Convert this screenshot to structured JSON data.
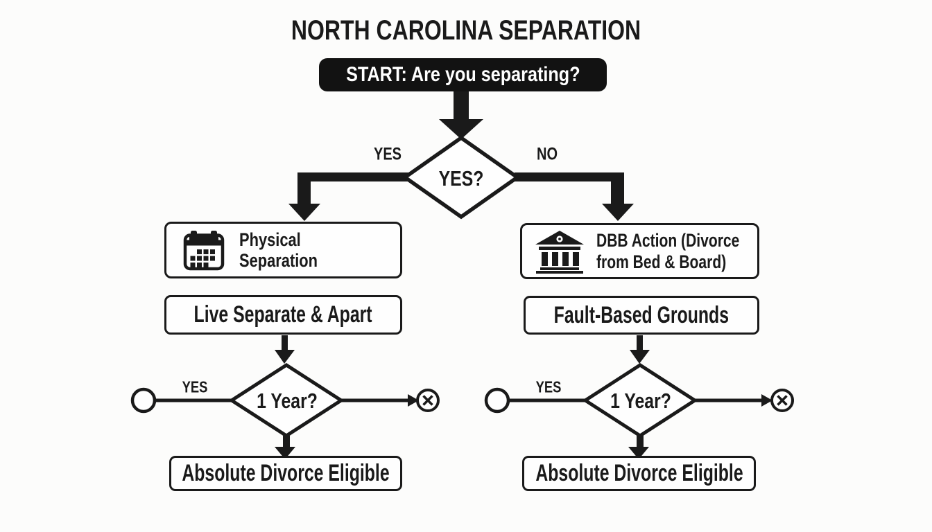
{
  "title": "NORTH CAROLINA SEPARATION",
  "start_banner": {
    "label": "START: Are you separating?"
  },
  "root_decision": {
    "label": "YES?",
    "left_edge_label": "YES",
    "right_edge_label": "NO"
  },
  "left_branch": {
    "step_box": {
      "icon": "calendar-icon",
      "line1": "Physical",
      "line2": "Separation"
    },
    "action_box": {
      "label": "Live Separate & Apart"
    },
    "decision": {
      "label": "1 Year?",
      "edge_label": "YES"
    },
    "result_box": {
      "label": "Absolute Divorce Eligible"
    }
  },
  "right_branch": {
    "step_box": {
      "icon": "courthouse-icon",
      "line1": "DBB Action (Divorce",
      "line2": "from Bed & Board)"
    },
    "action_box": {
      "label": "Fault-Based Grounds"
    },
    "decision": {
      "label": "1 Year?",
      "edge_label": "YES"
    },
    "result_box": {
      "label": "Absolute Divorce Eligible"
    }
  },
  "colors": {
    "ink": "#1a1a1a",
    "background": "#fcfcfb",
    "box_fill": "#fefefe",
    "banner_fill": "#121212",
    "banner_text": "#ffffff"
  }
}
